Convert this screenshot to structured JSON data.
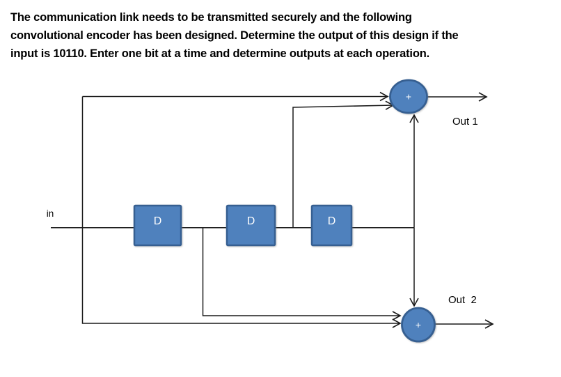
{
  "problem": {
    "lines": [
      "The communication link needs to be transmitted securely and the following",
      "convolutional encoder has been designed. Determine the output of this design if the",
      "input is 10110. Enter one bit at a time and determine outputs at each operation."
    ]
  },
  "diagram": {
    "input_label": "in",
    "delay_blocks": [
      {
        "label": "D"
      },
      {
        "label": "D"
      },
      {
        "label": "D"
      }
    ],
    "adder_top": {
      "symbol": "+",
      "output_label": "Out 1"
    },
    "adder_bottom": {
      "symbol": "+",
      "output_label": "Out  2"
    },
    "colors": {
      "block_fill": "#4f81bd",
      "block_stroke": "#365f91",
      "adder_fill": "#4f81bd",
      "adder_stroke": "#365f91",
      "wire": "#1a1a1a",
      "label_on_blue": "#ffffff",
      "text": "#000000"
    }
  }
}
